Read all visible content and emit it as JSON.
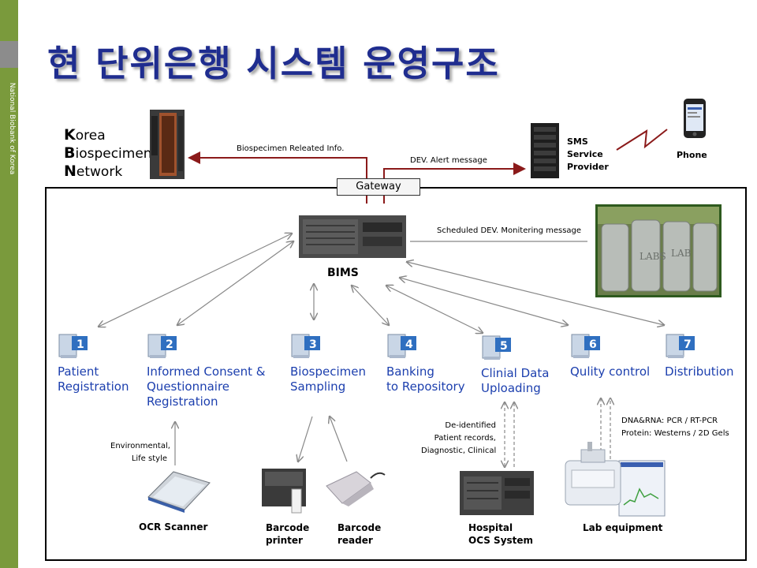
{
  "sidebar": {
    "text": "National Biobank of Korea"
  },
  "title": "현 단위은행 시스템 운영구조",
  "network": {
    "line1_initial": "K",
    "line1_rest": "orea",
    "line2_initial": "B",
    "line2_rest": "iospecimen",
    "line3_initial": "N",
    "line3_rest": "etwork"
  },
  "gateway": "Gateway",
  "messages": {
    "biospecimen_info": "Biospecimen Releated Info.",
    "dev_alert": "DEV. Alert message",
    "scheduled": "Scheduled DEV. Monitering message"
  },
  "sms": {
    "line1": "SMS",
    "line2": "Service",
    "line3": "Provider"
  },
  "phone": "Phone",
  "bims": "BIMS",
  "modules": [
    {
      "num": "1",
      "line1": "Patient",
      "line2": "Registration",
      "line3": ""
    },
    {
      "num": "2",
      "line1": "Informed Consent &",
      "line2": "Questionnaire",
      "line3": "Registration"
    },
    {
      "num": "3",
      "line1": "Biospecimen",
      "line2": "Sampling",
      "line3": ""
    },
    {
      "num": "4",
      "line1": "Banking",
      "line2": "to Repository",
      "line3": ""
    },
    {
      "num": "5",
      "line1": "Clinial Data",
      "line2": "Uploading",
      "line3": ""
    },
    {
      "num": "6",
      "line1": "Qulity control",
      "line2": "",
      "line3": ""
    },
    {
      "num": "7",
      "line1": "Distribution",
      "line2": "",
      "line3": ""
    }
  ],
  "env": {
    "line1": "Environmental,",
    "line2": "Life style"
  },
  "deid": {
    "line1": "De-identified",
    "line2": "Patient records,",
    "line3": "Diagnostic, Clinical"
  },
  "dna": {
    "line1": "DNA&RNA: PCR / RT-PCR",
    "line2": "Protein: Westerns / 2D Gels"
  },
  "devices": {
    "ocr": "OCR Scanner",
    "printer_l1": "Barcode",
    "printer_l2": "printer",
    "reader_l1": "Barcode",
    "reader_l2": "reader",
    "hospital_l1": "Hospital",
    "hospital_l2": "OCS System",
    "lab": "Lab equipment"
  },
  "colors": {
    "title": "#1f2d8f",
    "sidebar": "#7a9a3c",
    "module_text": "#1c3fae",
    "red_line": "#8b1a1a"
  },
  "icons": [
    "server-tower-icon",
    "sms-server-icon",
    "phone-icon",
    "bims-server-icon",
    "storage-tanks-photo",
    "computer-icon",
    "scanner-icon",
    "barcode-printer-icon",
    "barcode-reader-icon",
    "ocs-server-icon",
    "lab-equipment-icon"
  ]
}
